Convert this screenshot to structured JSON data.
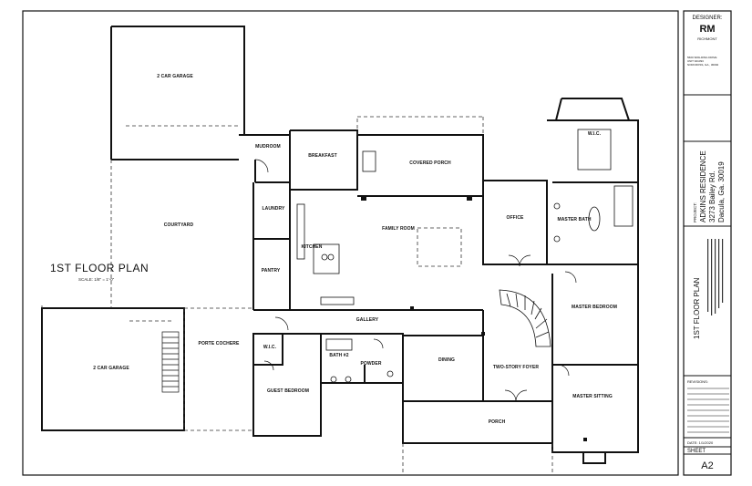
{
  "plan": {
    "title": "1ST FLOOR PLAN",
    "scale": "SCALE: 1/8\" = 1'-0\""
  },
  "rooms": {
    "garage_top": "2 CAR GARAGE",
    "garage_bottom": "2 CAR GARAGE",
    "courtyard": "COURTYARD",
    "porte_cochere": "PORTE COCHERE",
    "mudroom": "MUDROOM",
    "laundry": "LAUNDRY",
    "pantry": "PANTRY",
    "kitchen": "KITCHEN",
    "breakfast": "BREAKFAST",
    "covered_porch": "COVERED PORCH",
    "family_room": "FAMILY ROOM",
    "gallery": "GALLERY",
    "office": "OFFICE",
    "master_bath": "MASTER BATH",
    "wic_master": "W.I.C.",
    "master_bedroom": "MASTER BEDROOM",
    "two_story_foyer": "TWO-STORY FOYER",
    "dining": "DINING",
    "powder": "POWDER",
    "bath2": "BATH #2",
    "wic_guest": "W.I.C.",
    "guest_bedroom": "GUEST BEDROOM",
    "porch": "PORCH",
    "master_sitting": "MASTER SITTING"
  },
  "title_block": {
    "designer_label": "DESIGNER:",
    "logo_text": "RM",
    "firm": "RICHMONT",
    "address": [
      "5600 SPALDING DRIVE",
      "UNIT 921093",
      "NORCROSS, GA., 30092"
    ],
    "project_label": "PROJECT:",
    "project_name": "ADKINS RESIDENCE",
    "project_street": "3273 Bailey Rd.",
    "project_city": "Dacula, Ga. 30019",
    "sheet_title": "1ST FLOOR PLAN",
    "revisions_label": "REVISIONS:",
    "date": "DATE: 1/1/2020",
    "sheet_label": "SHEET",
    "sheet_number": "A2"
  }
}
